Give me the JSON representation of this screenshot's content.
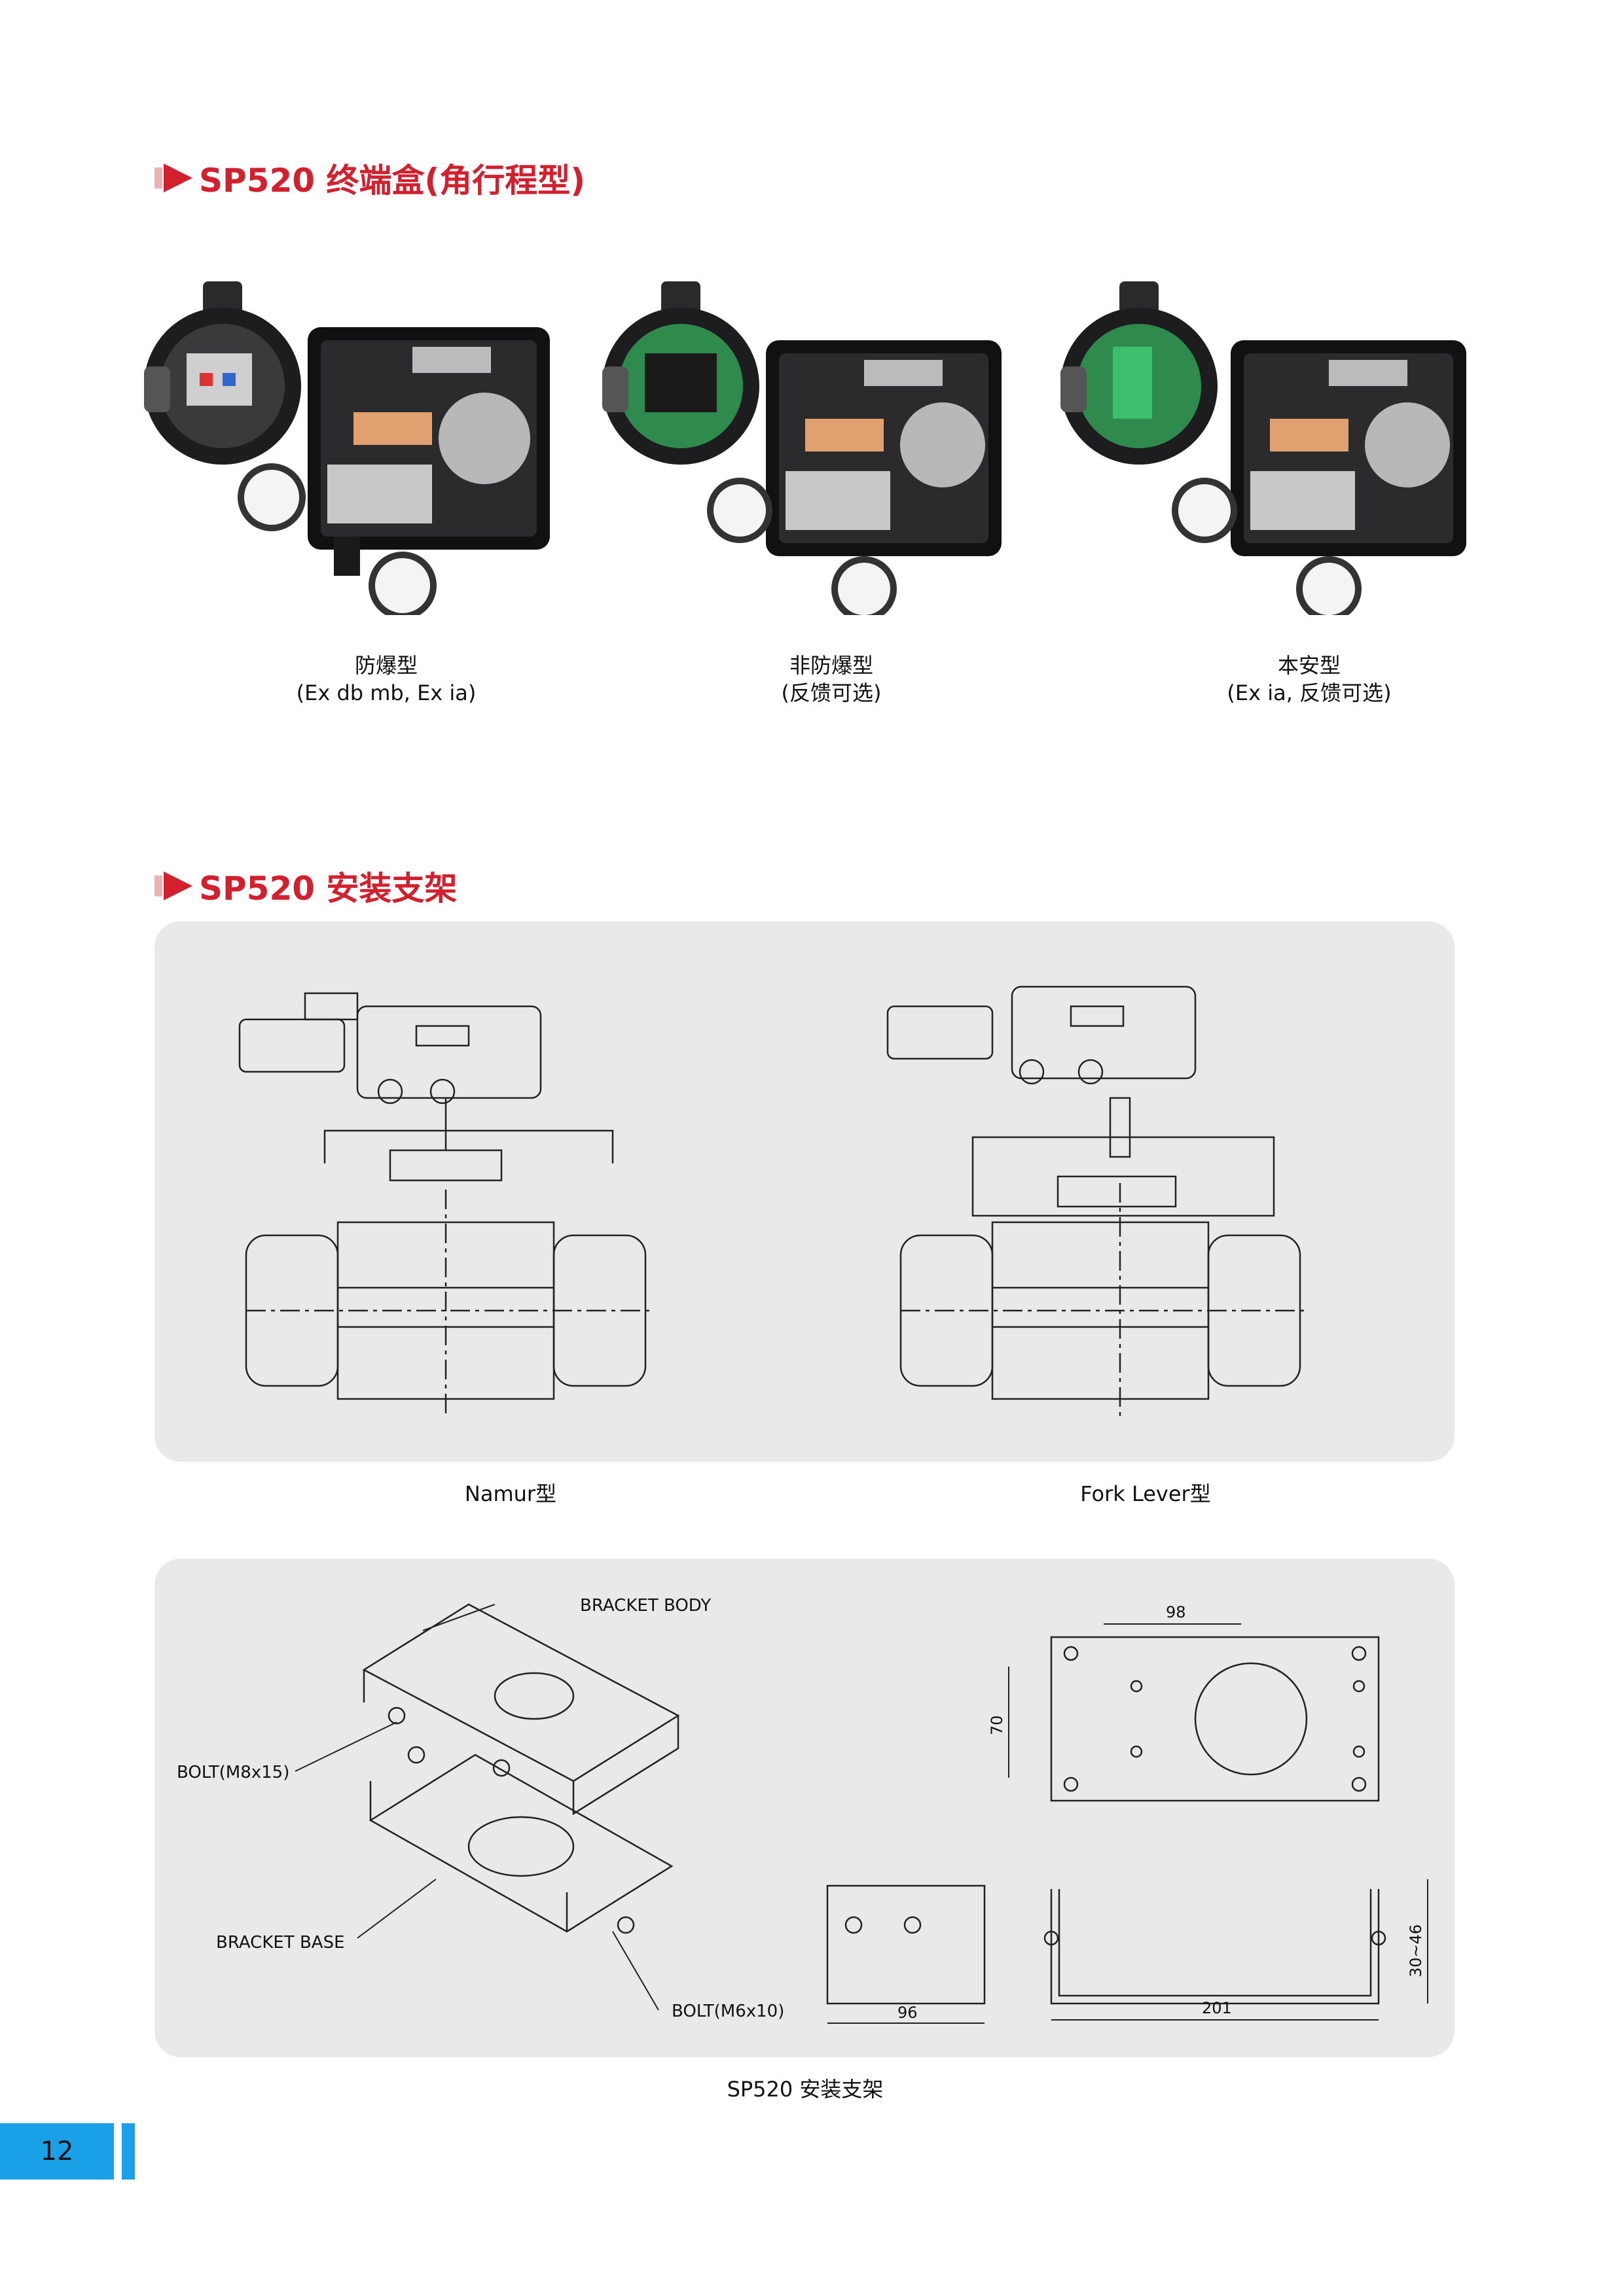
{
  "section1": {
    "title": "SP520 终端盒(角行程型)"
  },
  "products": [
    {
      "name": "防爆型",
      "spec": "(Ex db mb, Ex ia)"
    },
    {
      "name": "非防爆型",
      "spec": "(反馈可选)"
    },
    {
      "name": "本安型",
      "spec": "(Ex ia, 反馈可选)"
    }
  ],
  "section2": {
    "title": "SP520 安装支架"
  },
  "mount_types": {
    "namur": "Namur型",
    "fork": "Fork Lever型"
  },
  "bracket": {
    "body_label": "BRACKET  BODY",
    "base_label": "BRACKET  BASE",
    "bolt_m8": "BOLT(M8x15)",
    "bolt_m6": "BOLT(M6x10)",
    "dim_98": "98",
    "dim_70": "70",
    "dim_96": "96",
    "dim_201": "201",
    "dim_30_46": "30~46",
    "caption": "SP520 安装支架"
  },
  "page": {
    "number": "12"
  },
  "colors": {
    "title_red": "#d3202f",
    "panel_gray": "#e9e9ea",
    "page_blue": "#1aa0e6"
  }
}
